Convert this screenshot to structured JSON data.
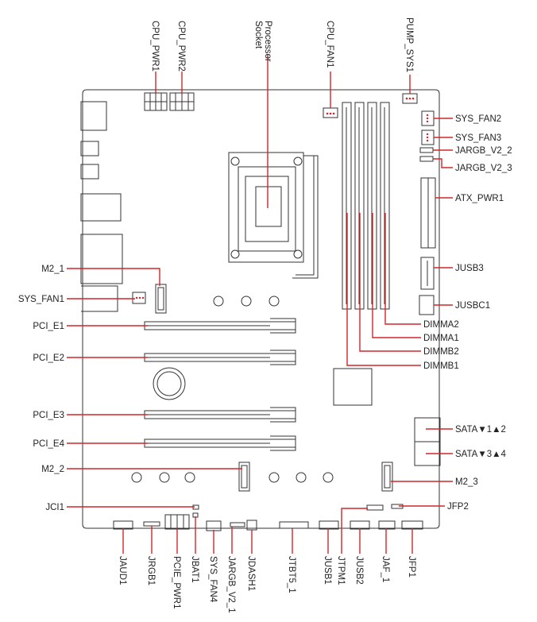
{
  "diagram": {
    "callouts_top": {
      "cpu_pwr1": "CPU_PWR1",
      "cpu_pwr2": "CPU_PWR2",
      "processor_socket_line1": "Processor",
      "processor_socket_line2": "Socket",
      "cpu_fan1": "CPU_FAN1",
      "pump_sys1": "PUMP_SYS1"
    },
    "callouts_left": {
      "m2_1": "M2_1",
      "sys_fan1": "SYS_FAN1",
      "pci_e1": "PCI_E1",
      "pci_e2": "PCI_E2",
      "pci_e3": "PCI_E3",
      "pci_e4": "PCI_E4",
      "m2_2": "M2_2",
      "jci1": "JCI1"
    },
    "callouts_right": {
      "sys_fan2": "SYS_FAN2",
      "sys_fan3": "SYS_FAN3",
      "jargb_v2_2": "JARGB_V2_2",
      "jargb_v2_3": "JARGB_V2_3",
      "atx_pwr1": "ATX_PWR1",
      "jusb3": "JUSB3",
      "jusbc1": "JUSBC1",
      "dimma2": "DIMMA2",
      "dimma1": "DIMMA1",
      "dimmb2": "DIMMB2",
      "dimmb1": "DIMMB1",
      "sata_1_2": "SATA▼1▲2",
      "sata_3_4": "SATA▼3▲4",
      "m2_3": "M2_3",
      "jfp2": "JFP2"
    },
    "callouts_bottom": {
      "jaud1": "JAUD1",
      "jrgb1": "JRGB1",
      "pcie_pwr1": "PCIE_PWR1",
      "jbat1": "JBAT1",
      "sys_fan4": "SYS_FAN4",
      "jargb_v2_1": "JARGB_V2_1",
      "jdash1": "JDASH1",
      "jtbt5_1": "JTBT5_1",
      "jusb1": "JUSB1",
      "jtpm1": "JTPM1",
      "jusb2": "JUSB2",
      "jaf_1": "JAF_1",
      "jfp1": "JFP1"
    },
    "colors": {
      "callout_line": "#d0262c",
      "outline": "#333333",
      "text": "#222222"
    }
  }
}
